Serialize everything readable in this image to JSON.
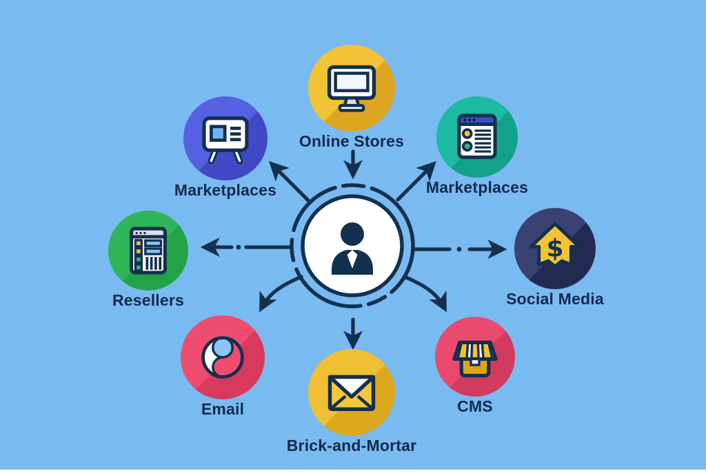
{
  "diagram": {
    "title": "Customer sales channels diagram",
    "background_color": "#79BAF0",
    "line_color": "#14304F",
    "text_color": "#13294E",
    "center": {
      "name": "customer-hub",
      "icon": "person-icon",
      "fill": "#FFFFFF",
      "ring_style": "dashed"
    },
    "nodes": [
      {
        "id": "online-stores",
        "label": "Online Stores",
        "icon": "desktop-monitor-icon",
        "circle_color": "#F2C335",
        "shadow_color": "#DCA71E",
        "position": "top"
      },
      {
        "id": "marketplaces-left",
        "label": "Marketplaces",
        "icon": "presentation-board-icon",
        "circle_color": "#5560E2",
        "shadow_color": "#4149C7",
        "position": "top-left"
      },
      {
        "id": "marketplaces-right",
        "label": "Marketplaces",
        "icon": "browser-list-icon",
        "circle_color": "#1BBAA2",
        "shadow_color": "#12A28C",
        "position": "top-right"
      },
      {
        "id": "resellers",
        "label": "Resellers",
        "icon": "catalog-window-icon",
        "circle_color": "#2FB457",
        "shadow_color": "#23A348",
        "position": "left"
      },
      {
        "id": "social-media",
        "label": "Social Media",
        "icon": "dollar-house-icon",
        "circle_color": "#3A4273",
        "shadow_color": "#232A52",
        "position": "right"
      },
      {
        "id": "email",
        "label": "Email",
        "icon": "swirl-icon",
        "circle_color": "#EF4D6F",
        "shadow_color": "#D83A5E",
        "position": "bottom-left"
      },
      {
        "id": "brick-and-mortar",
        "label": "Brick-and-Mortar",
        "icon": "envelope-icon",
        "circle_color": "#F0C032",
        "shadow_color": "#DBA81E",
        "position": "bottom"
      },
      {
        "id": "cms",
        "label": "CMS",
        "icon": "storefront-icon",
        "circle_color": "#E94A6E",
        "shadow_color": "#D23A60",
        "position": "bottom-right"
      }
    ]
  }
}
